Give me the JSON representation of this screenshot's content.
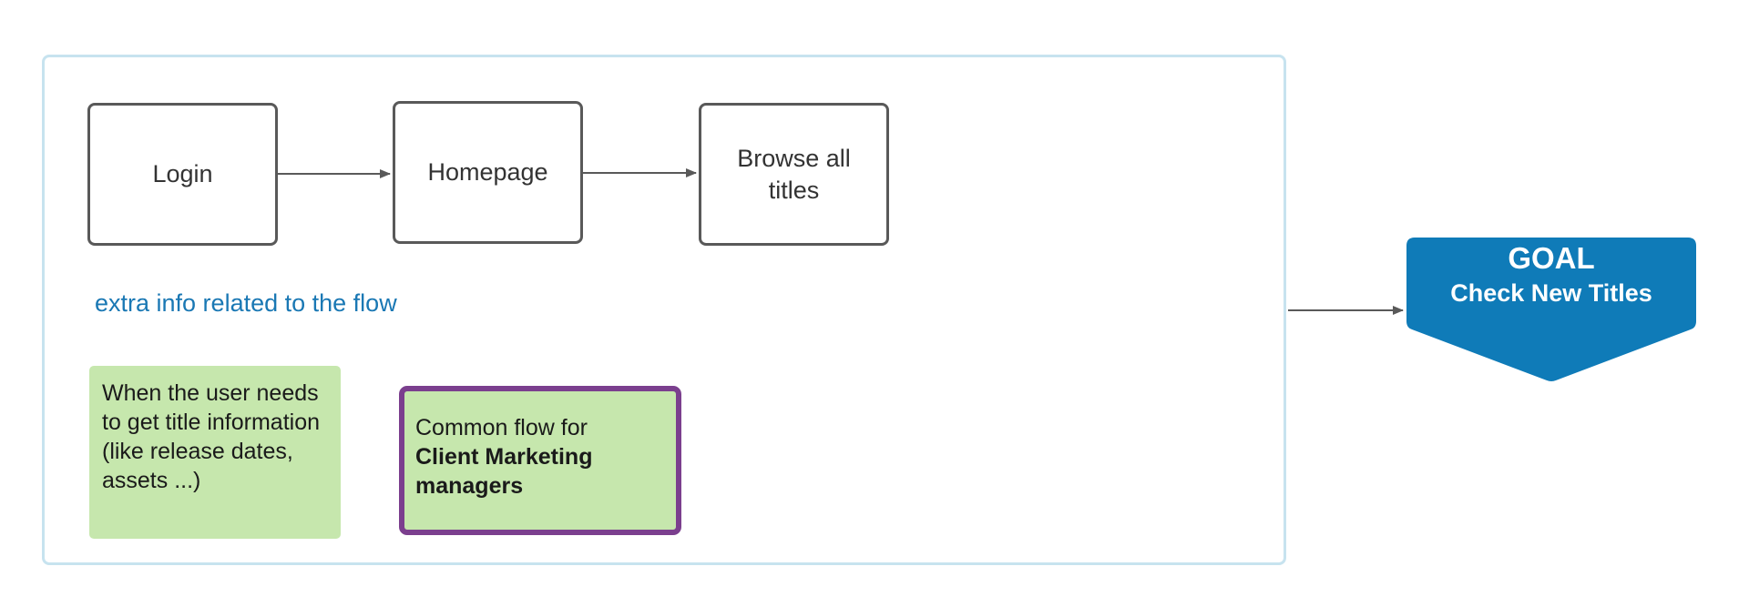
{
  "flow": {
    "steps": [
      {
        "label": "Login"
      },
      {
        "label": "Homepage"
      },
      {
        "label": "Browse all titles"
      }
    ],
    "extra_info": "extra info related to the flow"
  },
  "notes": {
    "user_need": "When the user needs to get title information (like release dates, assets ...)",
    "audience_prefix": "Common flow for",
    "audience_bold": "Client Marketing managers"
  },
  "goal": {
    "title": "GOAL",
    "subtitle": "Check New Titles"
  },
  "colors": {
    "container_border": "#c7e3ef",
    "box_border": "#595959",
    "connector": "#595959",
    "info_text": "#1a78b4",
    "note_fill": "#c6e7ad",
    "highlight_border": "#7b3f8e",
    "goal_fill": "#0f7bb8"
  }
}
